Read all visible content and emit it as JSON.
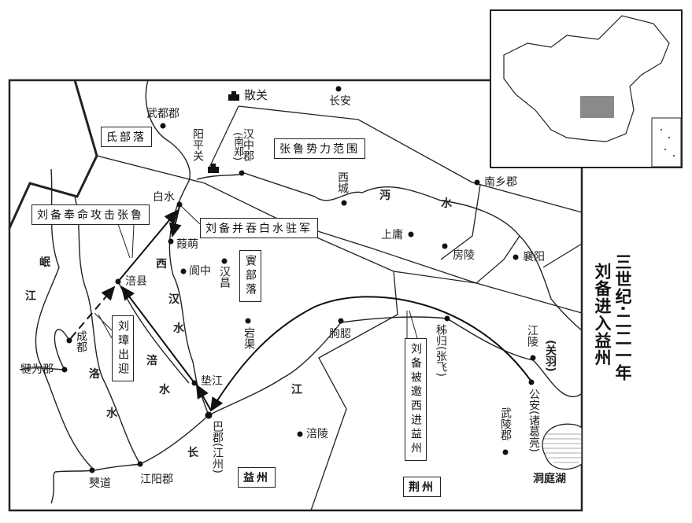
{
  "title": {
    "period": "三世纪·二二一年",
    "subject": "刘备进入益州"
  },
  "places": {
    "sanguan": "散关",
    "changan": "长安",
    "wudu": "武都郡",
    "yangpingguan": "阳平关",
    "hanzhong": "汉中郡",
    "nanzheng": "(南郑)",
    "xicheng": "西城",
    "nanxiang": "南乡郡",
    "baishui": "白水",
    "shangyong": "上庸",
    "fangling": "房陵",
    "xiangyang": "襄阳",
    "jiameng": "葭萌",
    "langzhong": "阆中",
    "hanchang": "汉昌",
    "fuxian": "涪县",
    "chengdu": "成都",
    "qianwei": "犍为郡",
    "dangqu": "宕渠",
    "dianjiang": "垫江",
    "bajun": "巴郡(江州)",
    "bodao": "僰道",
    "jiangyang": "江阳郡",
    "fuling": "涪陵",
    "qurong": "朐䏰",
    "zigui": "秭归(张飞)",
    "jiangling": "江陵",
    "guanyu": "(关羽)",
    "gongan": "公安(诸葛亮)",
    "wuling": "武陵郡",
    "dongting": "洞庭湖"
  },
  "regions": {
    "di": "氐部落",
    "zhanglu": "张鲁势力范围",
    "cong": "賨部落",
    "yizhou": "益州",
    "jingzhou": "荆州"
  },
  "rivers": {
    "mian1": "沔",
    "mian2": "水",
    "xi": "西",
    "han": "汉",
    "xhs": "水",
    "min": "岷",
    "minjiang": "江",
    "luo": "洛",
    "luoshui": "水",
    "fu": "涪",
    "fushui": "水",
    "chang": "长",
    "changjiang": "江"
  },
  "annotations": {
    "attack": "刘备奉命攻击张鲁",
    "annex": "刘备并吞白水驻军",
    "liuzhang": "刘璋出迎",
    "invited": "刘备被邀西进益州"
  },
  "colors": {
    "ink": "#222222",
    "highlight": "#8a8a8a"
  }
}
